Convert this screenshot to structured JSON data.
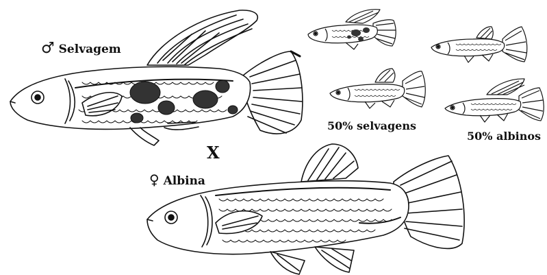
{
  "male": {
    "symbol": "♂",
    "label": "Selvagem"
  },
  "female": {
    "symbol": "♀",
    "label": "Albina"
  },
  "cross_symbol": "X",
  "offspring": {
    "wild_label": "50% selvagens",
    "albino_label": "50% albinos"
  },
  "colors": {
    "ink": "#111111",
    "spot": "#333333",
    "background": "#ffffff"
  }
}
